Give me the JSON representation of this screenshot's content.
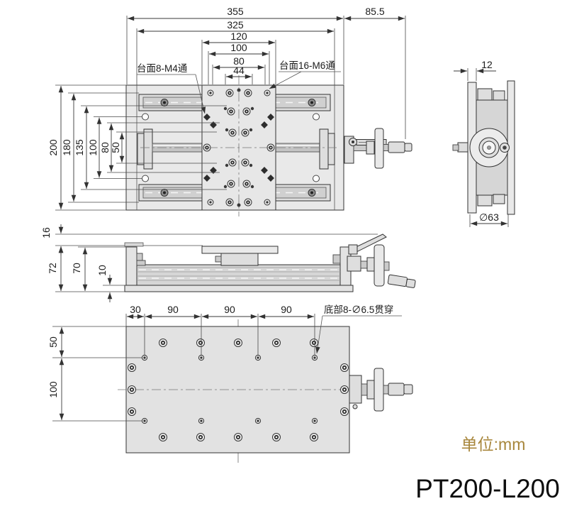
{
  "top_view": {
    "h_dims": [
      "355",
      "325",
      "120",
      "100",
      "80",
      "44",
      "85.5"
    ],
    "v_dims": [
      "200",
      "180",
      "135",
      "100",
      "80",
      "50"
    ],
    "callout_left": "台面8-M4通",
    "callout_right": "台面16-M6通"
  },
  "side_view": {
    "thickness_dim": "12",
    "diameter_dim": "∅63"
  },
  "front_view": {
    "dims": [
      "16",
      "72",
      "70",
      "10"
    ]
  },
  "bottom_view": {
    "h_dims": [
      "30",
      "90",
      "90",
      "90"
    ],
    "v_dims": [
      "50",
      "100"
    ],
    "callout": "底部8-∅6.5贯穿"
  },
  "footer": {
    "units": "单位:mm",
    "model": "PT200-L200"
  },
  "colors": {
    "dimension_line": "#3a3a3a",
    "body_fill": "#e9e9e9",
    "accent_gold": "#a8873d"
  }
}
